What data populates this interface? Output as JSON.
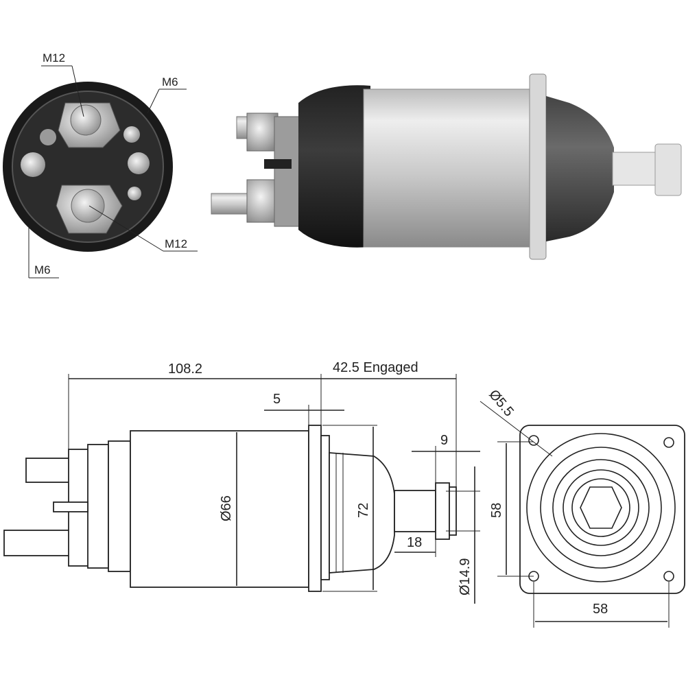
{
  "end_view": {
    "labels": {
      "m12_top": "M12",
      "m6_top": "M6",
      "m12_bottom": "M12",
      "m6_bottom": "M6"
    }
  },
  "drawing": {
    "overall_length": "108.2",
    "engaged_travel": "42.5 Engaged",
    "flange_thickness": "5",
    "body_diameter": "Ø66",
    "flange_height": "72",
    "plunger_head": "9",
    "plunger_length": "18",
    "plunger_diameter": "Ø14.9",
    "hole_diameter": "Ø5.5",
    "hole_spacing_vertical": "58",
    "hole_spacing_horizontal": "58"
  }
}
